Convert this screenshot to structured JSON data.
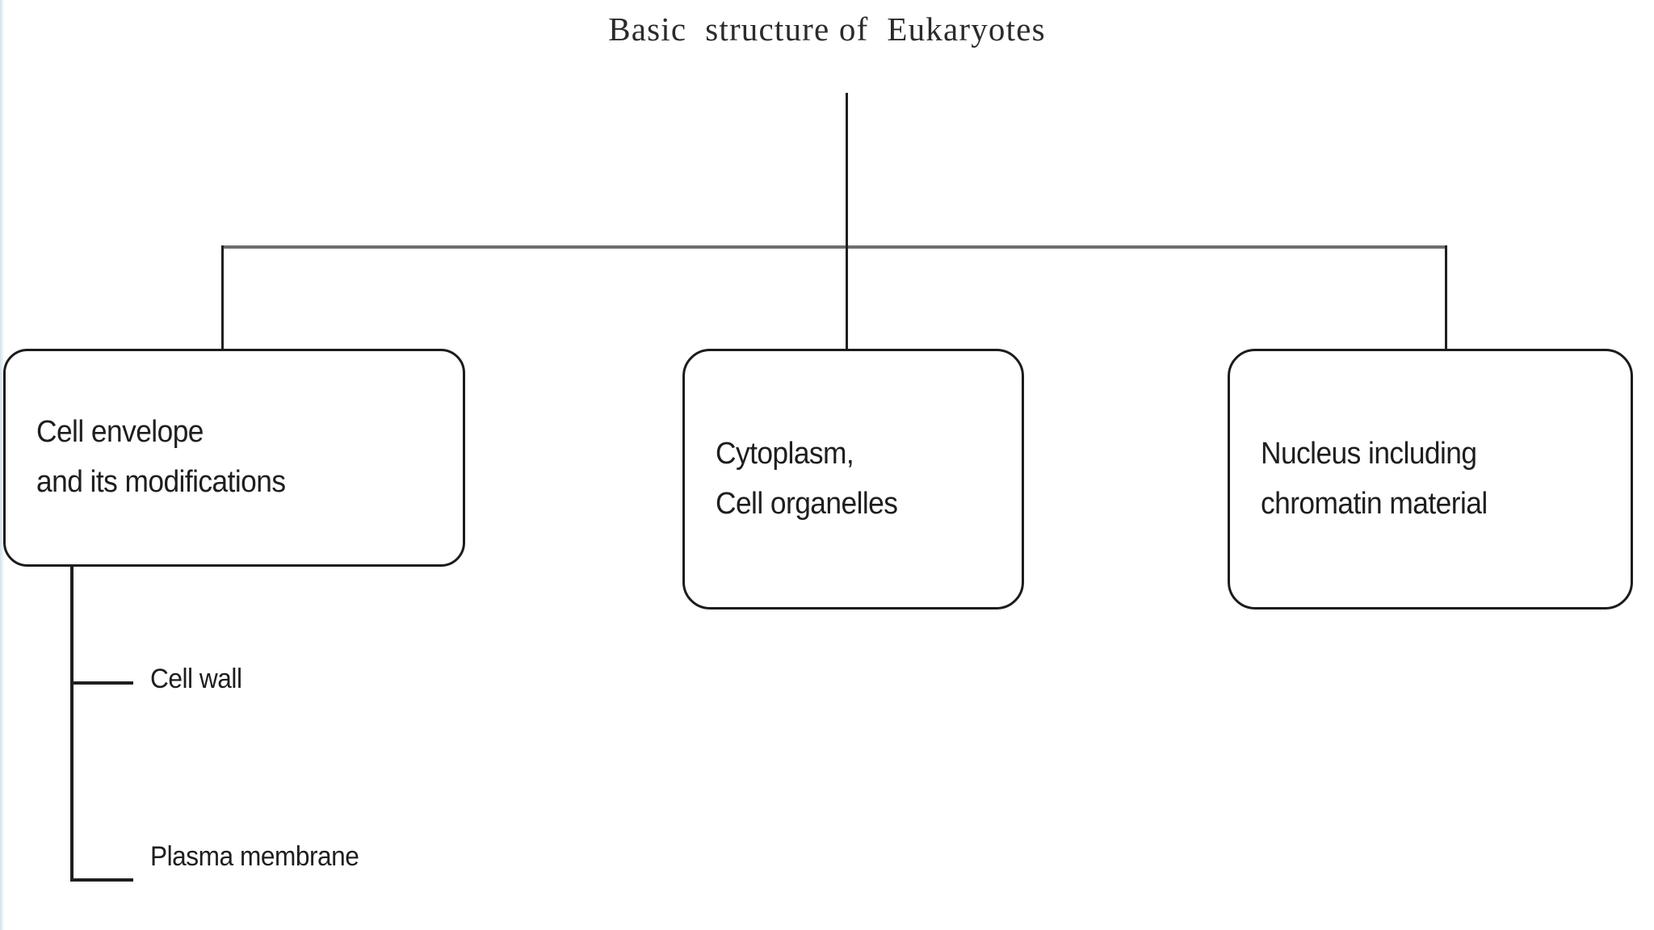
{
  "diagram": {
    "title": "Basic  structure of  Eukaryotes",
    "type": "hierarchy-tree",
    "root": {
      "id": "basic-structure-of-eukaryotes",
      "label": "Basic  structure of  Eukaryotes"
    },
    "nodes": [
      {
        "id": "cell-envelope",
        "lines": [
          "Cell envelope",
          "and its modifications"
        ],
        "line1": "Cell envelope",
        "line2": "and its modifications",
        "shape": "rounded-rectangle"
      },
      {
        "id": "cytoplasm",
        "lines": [
          "Cytoplasm,",
          "Cell organelles"
        ],
        "line1": "Cytoplasm,",
        "line2": "Cell organelles",
        "shape": "rounded-rectangle"
      },
      {
        "id": "nucleus",
        "lines": [
          "Nucleus including",
          "chromatin material"
        ],
        "line1": "Nucleus including",
        "line2": "chromatin material",
        "shape": "rounded-rectangle"
      }
    ],
    "leaves": [
      {
        "id": "cell-wall",
        "label": "Cell wall",
        "parent": "cell-envelope"
      },
      {
        "id": "plasma-membrane",
        "label": "Plasma membrane",
        "parent": "cell-envelope"
      }
    ],
    "colors": {
      "background": "#ffffff",
      "box_border": "#1c1c1c",
      "text": "#1e1e1e",
      "title_text": "#2b2b2b",
      "connector": "#3a3a3a",
      "trunk_bar": "#6e6e6e",
      "page_edge": "#cfe2ef"
    }
  }
}
